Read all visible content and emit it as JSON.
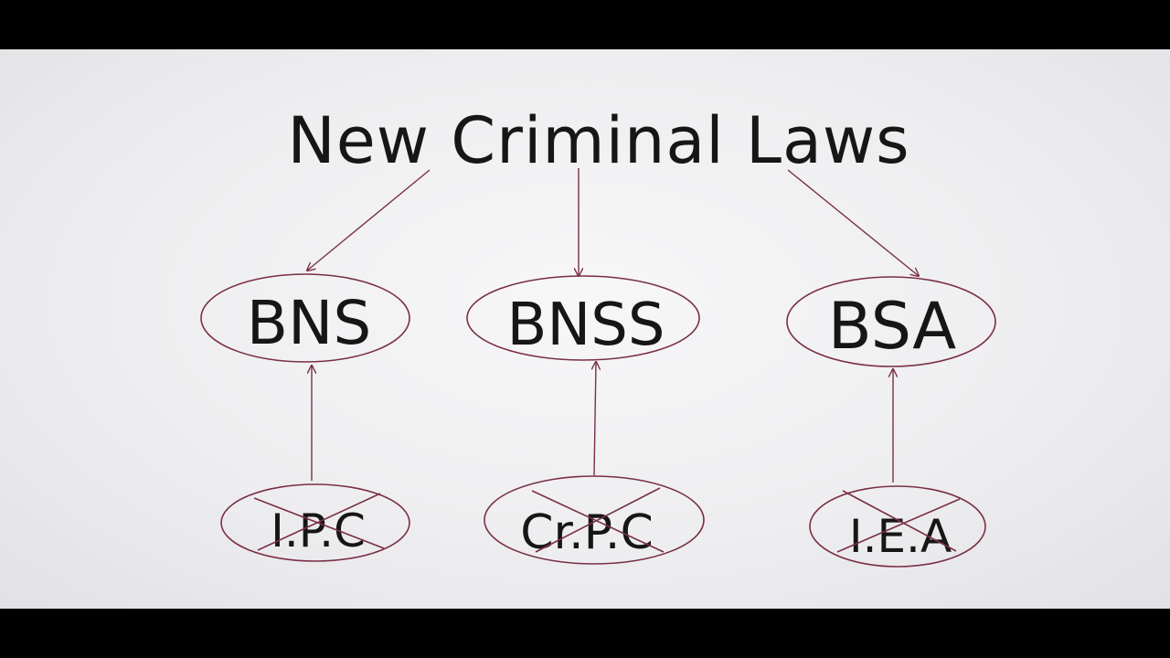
{
  "title": "New Criminal Laws",
  "new_laws": [
    {
      "id": "bns",
      "label": "BNS"
    },
    {
      "id": "bnss",
      "label": "BNSS"
    },
    {
      "id": "bsa",
      "label": "BSA"
    }
  ],
  "old_laws": [
    {
      "id": "ipc",
      "label": "I.P.C",
      "struck_out": true
    },
    {
      "id": "crpc",
      "label": "Cr.P.C",
      "struck_out": true
    },
    {
      "id": "iea",
      "label": "I.E.A",
      "struck_out": true
    }
  ],
  "colors": {
    "ink": "#161616",
    "line": "#7a2e48",
    "board": "#f2f2f4",
    "letterbox": "#000000"
  }
}
